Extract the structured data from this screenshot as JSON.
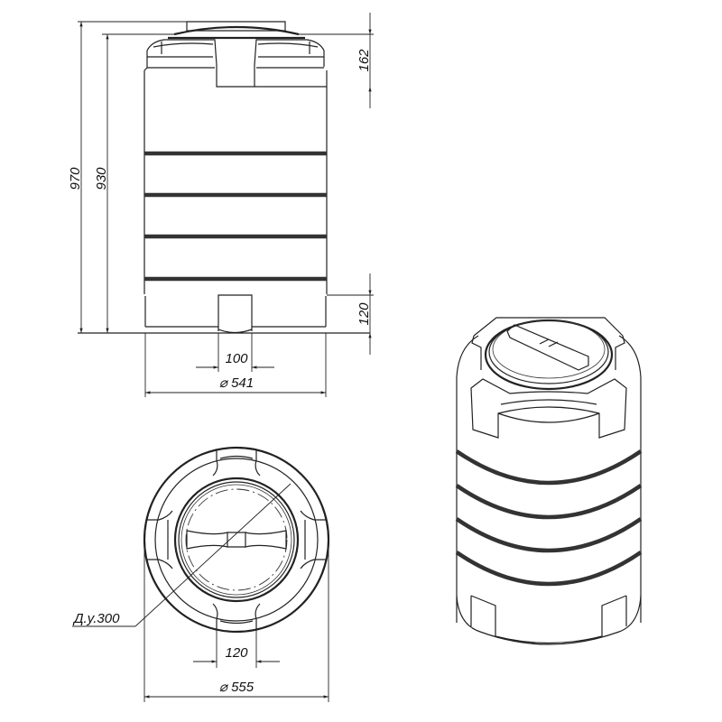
{
  "drawing": {
    "subject": "Vertical water tank technical drawing",
    "views": [
      "front-elevation",
      "top-view",
      "isometric-view"
    ],
    "line_color": "#222222",
    "background": "#ffffff"
  },
  "front_view": {
    "dimensions": {
      "overall_height": "970",
      "body_height": "930",
      "top_section_height": "162",
      "bottom_recess_height": "120",
      "bottom_recess_width": "100",
      "diameter": "⌀ 541"
    }
  },
  "top_view": {
    "dimensions": {
      "hatch_nominal": "Д.у.300",
      "handle_slot_width": "120",
      "diameter": "⌀ 555"
    }
  }
}
